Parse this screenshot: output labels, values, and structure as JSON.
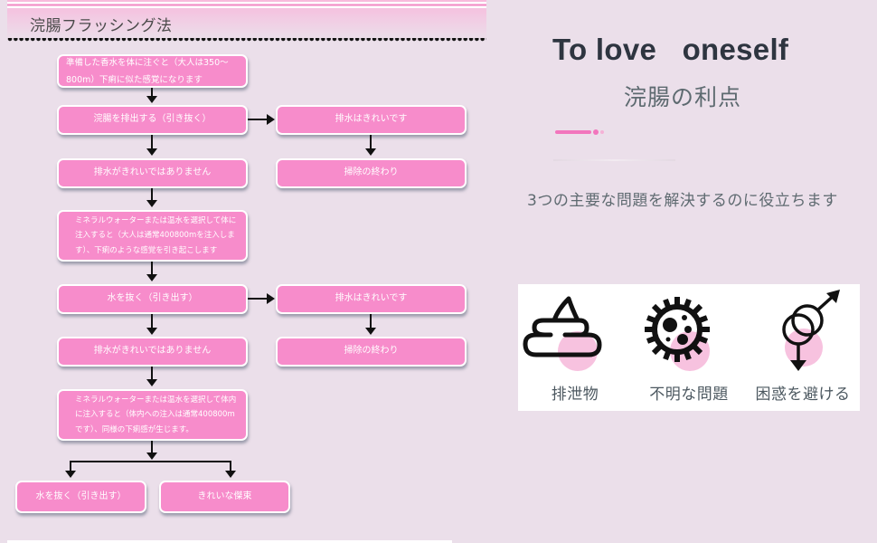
{
  "flowchart": {
    "title": "浣腸フラッシング法",
    "steps": [
      {
        "id": "prepare",
        "text": "準備した香水を体に注ぐと（大人は350〜800m）下痢に似た感覚になります"
      },
      {
        "id": "expel_1",
        "text": "浣腸を排出する（引き抜く）"
      },
      {
        "id": "clean_1",
        "text": "排水はきれいです"
      },
      {
        "id": "end_1",
        "text": "掃除の終わり"
      },
      {
        "id": "not_clean_1",
        "text": "排水がきれいではありません"
      },
      {
        "id": "inject_1",
        "text": "ミネラルウォーターまたは温水を選択して体に注入すると（大人は通常400800mを注入します）、下痢のような感覚を引き起こします"
      },
      {
        "id": "expel_2",
        "text": "水を抜く（引き出す）"
      },
      {
        "id": "clean_2",
        "text": "排水はきれいです"
      },
      {
        "id": "end_2",
        "text": "掃除の終わり"
      },
      {
        "id": "not_clean_2",
        "text": "排水がきれいではありません"
      },
      {
        "id": "inject_2",
        "text": "ミネラルウォーターまたは温水を選択して体内に注入すると（体内への注入は通常400800mです）、同様の下痢感が生じます。"
      },
      {
        "id": "expel_3",
        "text": "水を抜く（引き出す）"
      },
      {
        "id": "clean_result",
        "text": "きれいな傑束"
      }
    ]
  },
  "brand": {
    "title": "To love   oneself",
    "subtitle": "浣腸の利点",
    "tagline": "3つの主要な問題を解決するのに役立ちます"
  },
  "benefits": [
    {
      "icon": "poop-icon",
      "label": "排泄物"
    },
    {
      "icon": "germ-icon",
      "label": "不明な問題"
    },
    {
      "icon": "gender-symbol-icon",
      "label": "困惑を避ける"
    }
  ],
  "colors": {
    "box_fill": "#f78ccb",
    "accent": "#f275bd",
    "highlight_circle": "#f7c2df",
    "background": "#ebdfea"
  }
}
